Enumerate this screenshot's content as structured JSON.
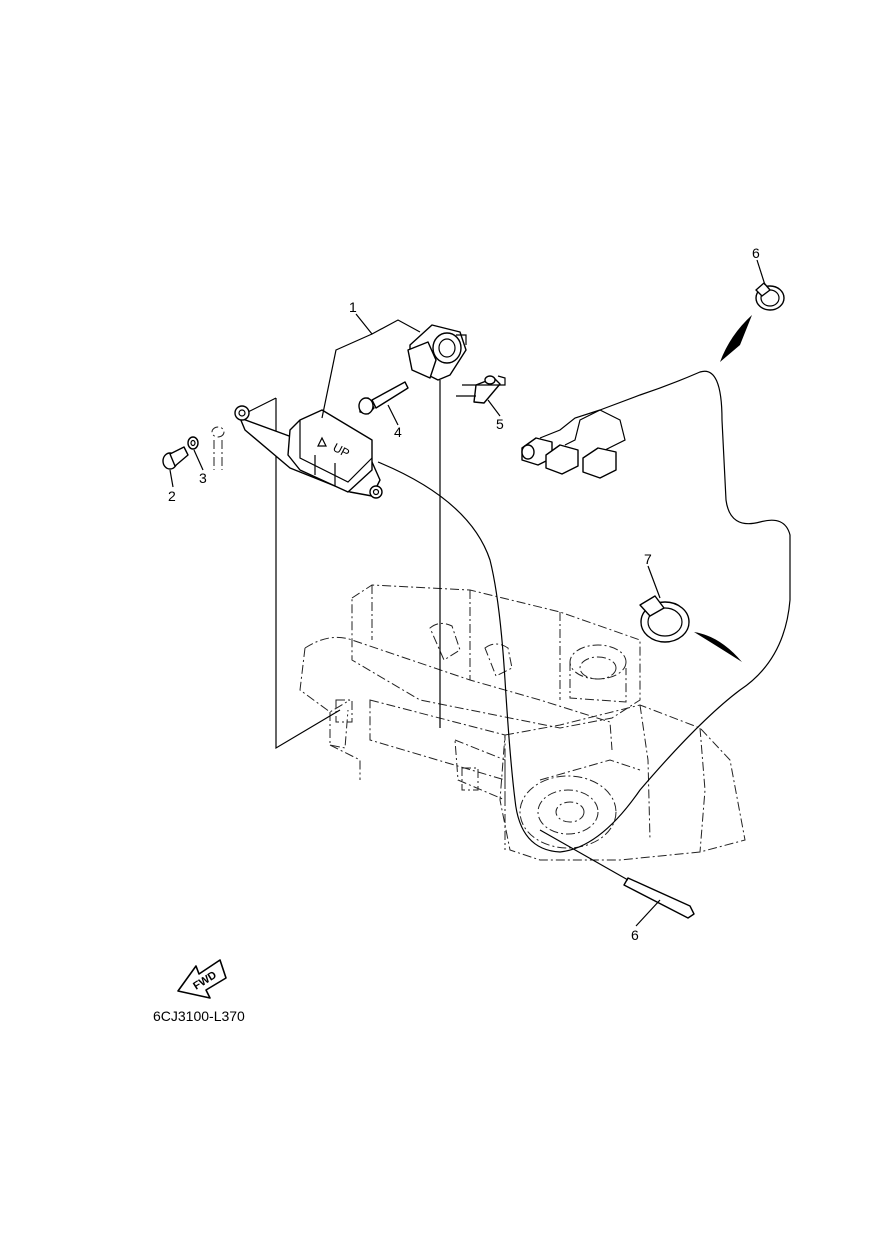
{
  "diagram": {
    "drawing_code": "6CJ3100-L370",
    "direction_badge": {
      "label": "FWD",
      "icon": "forward-arrow-icon"
    },
    "up_marking": "UP",
    "callouts": [
      {
        "ref": "1"
      },
      {
        "ref": "2"
      },
      {
        "ref": "3"
      },
      {
        "ref": "4"
      },
      {
        "ref": "5"
      },
      {
        "ref": "6"
      },
      {
        "ref": "7"
      },
      {
        "ref": "6"
      }
    ]
  }
}
